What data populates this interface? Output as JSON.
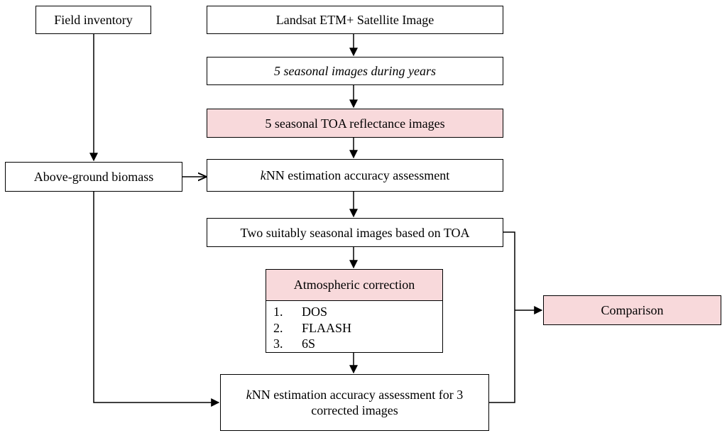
{
  "nodes": {
    "field_inventory": "Field inventory",
    "landsat": "Landsat ETM+ Satellite Image",
    "seasonal_images": "5 seasonal images during years",
    "toa_images": "5 seasonal TOA reflectance images",
    "biomass": "Above-ground biomass",
    "knn_assessment_italic": "k",
    "knn_assessment_rest": "NN estimation accuracy assessment",
    "two_images": "Two suitably seasonal images based on TOA",
    "atmospheric_correction": {
      "title": "Atmospheric correction",
      "methods": [
        {
          "num": "1.",
          "label": "DOS"
        },
        {
          "num": "2.",
          "label": "FLAASH"
        },
        {
          "num": "3.",
          "label": "6S"
        }
      ]
    },
    "comparison": "Comparison",
    "knn_corrected_italic": "k",
    "knn_corrected_line1_rest": "NN estimation accuracy assessment for 3",
    "knn_corrected_line2": "corrected images"
  },
  "colors": {
    "highlight_fill": "#f8d9db",
    "stroke": "#000000"
  }
}
